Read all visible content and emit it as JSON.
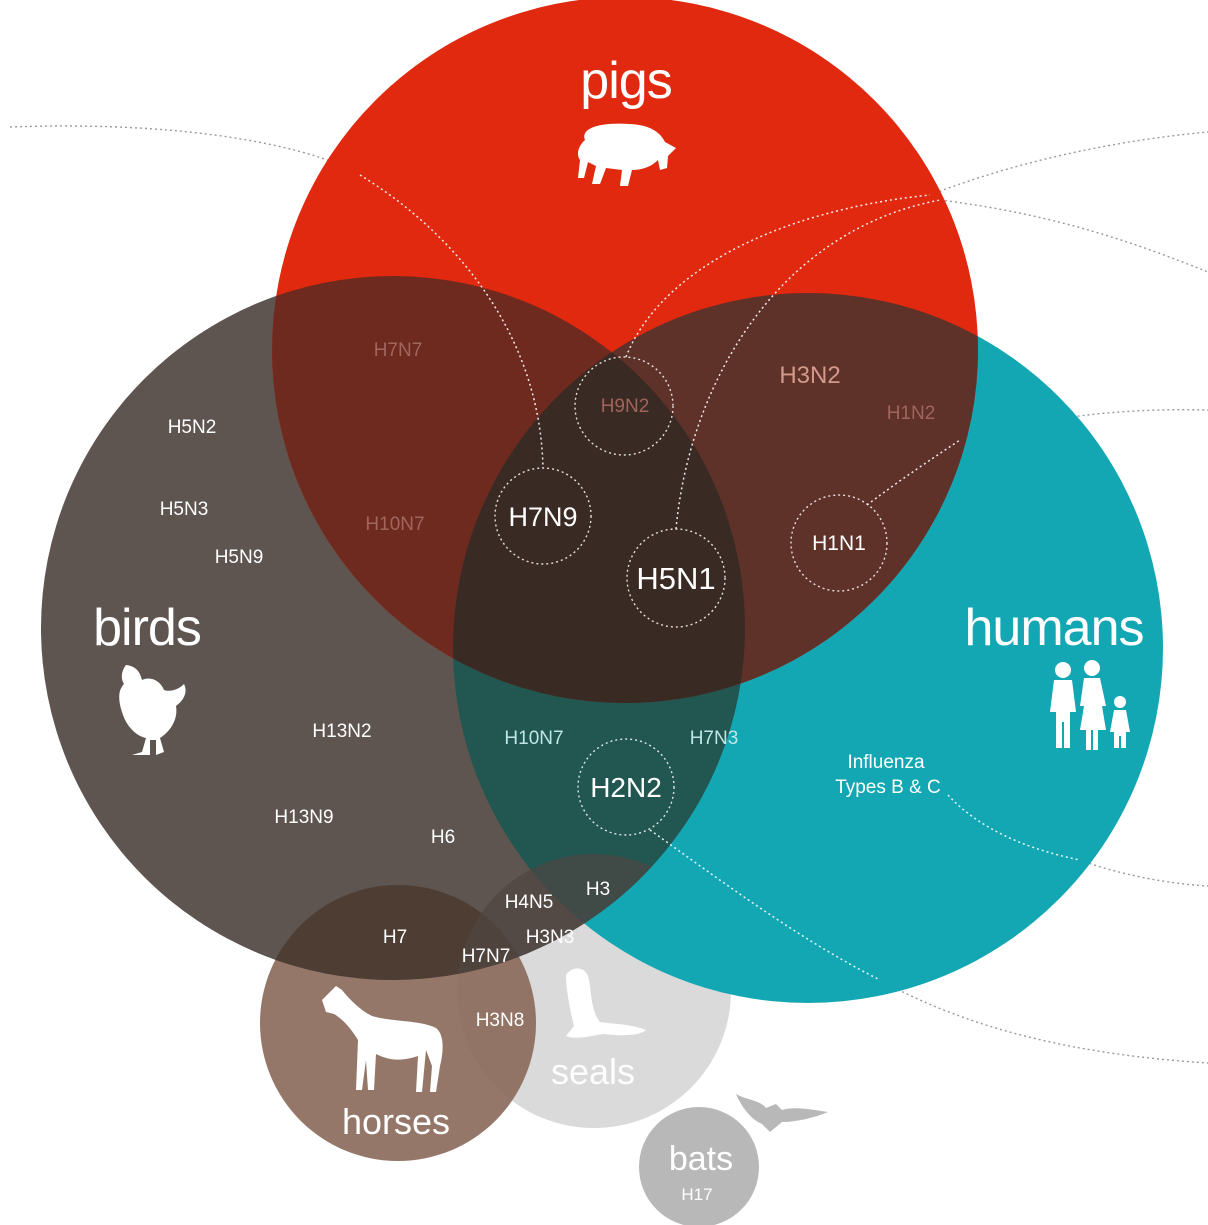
{
  "groups": {
    "pigs": "pigs",
    "birds": "birds",
    "humans": "humans",
    "horses": "horses",
    "seals": "seals",
    "bats": "bats",
    "bats_strain": "H17"
  },
  "strains": {
    "h7n7_pig_bird": "H7N7",
    "h5n2": "H5N2",
    "h5n3": "H5N3",
    "h5n9": "H5N9",
    "h10n7_pig_bird": "H10N7",
    "h9n2": "H9N2",
    "h3n2": "H3N2",
    "h1n2": "H1N2",
    "h7n9": "H7N9",
    "h5n1": "H5N1",
    "h1n1": "H1N1",
    "h13n2": "H13N2",
    "h13n9": "H13N9",
    "h6": "H6",
    "h10n7_bird_human": "H10N7",
    "h7n3": "H7N3",
    "h2n2": "H2N2",
    "influenza_line1": "Influenza",
    "influenza_line2": "Types B & C",
    "h3": "H3",
    "h4n5": "H4N5",
    "h3n3": "H3N3",
    "h7": "H7",
    "h7n7_horses": "H7N7",
    "h3n8": "H3N8"
  },
  "colors": {
    "pigs": "#e0290e",
    "birds": "#5e5550",
    "humans": "#13a7b4",
    "horses": "#8b6b5c",
    "seals": "#d4d4d4",
    "bats": "#b8b8b8"
  }
}
